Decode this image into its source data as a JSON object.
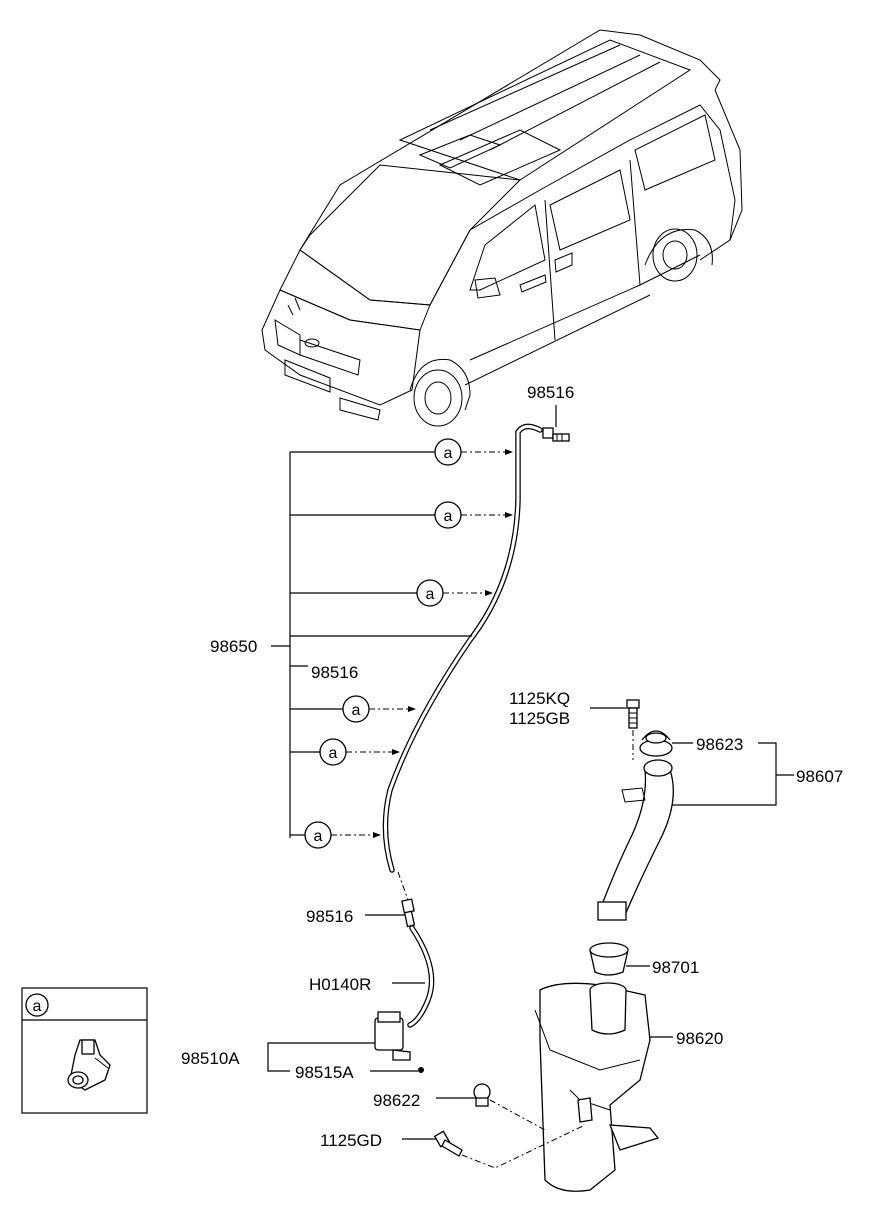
{
  "parts": {
    "nozzle_top": "98516",
    "hose_assembly": "98650",
    "nozzle_mid": "98516",
    "bolt_upper_1": "1125KQ",
    "bolt_upper_2": "1125GB",
    "cap": "98623",
    "filler_assembly": "98607",
    "connector_lower": "98516",
    "hose_lower": "H0140R",
    "seal": "98701",
    "reservoir": "98620",
    "pump": "98510A",
    "pump_seal": "98515A",
    "grommet": "98622",
    "bolt_lower": "1125GD"
  },
  "callouts": {
    "letter": "a"
  },
  "detail_box": {
    "letter": "a"
  },
  "icons": [
    "vehicle-van-illustration",
    "hose-clip-icon",
    "washer-pump-icon",
    "reservoir-tank-icon"
  ]
}
